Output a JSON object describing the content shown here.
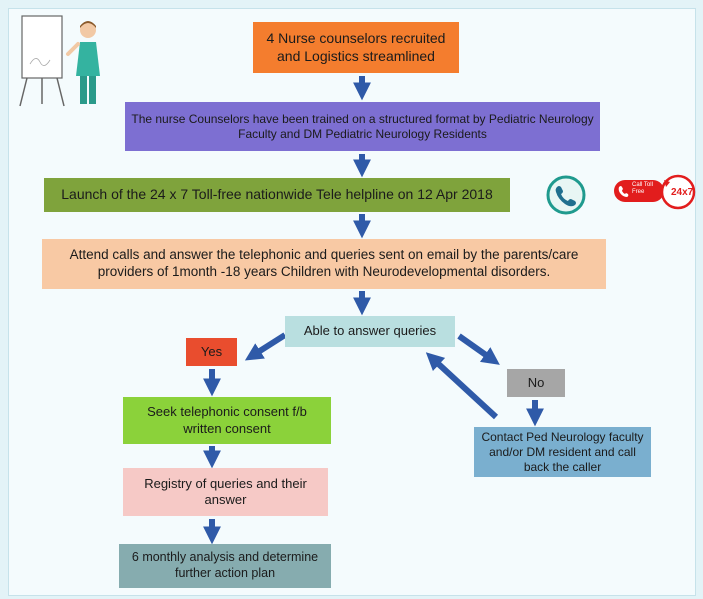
{
  "flow": {
    "step1": "4 Nurse counselors recruited and Logistics streamlined",
    "step2": "The  nurse Counselors have been trained on a structured format by Pediatric  Neurology Faculty and DM Pediatric Neurology  Residents",
    "step3": "Launch of the 24 x 7 Toll-free nationwide Tele helpline on 12 Apr 2018",
    "step4": "Attend calls and answer the telephonic and queries sent on email by the parents/care providers of 1month -18 years Children with Neurodevelopmental disorders.",
    "decision": "Able to answer queries",
    "yes_label": "Yes",
    "no_label": "No",
    "yes_step1": "Seek telephonic consent f/b written consent",
    "yes_step2": "Registry of queries and their answer",
    "yes_step3": "6 monthly analysis and determine further action plan",
    "no_step": "Contact Ped Neurology faculty and/or DM resident and call back the caller"
  },
  "badge": {
    "label": "Call Toll Free",
    "hours": "24x7"
  },
  "colors": {
    "arrow": "#2f5aa8",
    "step1": "#f47d2e",
    "step2": "#7d6fd2",
    "step3": "#7fa33c",
    "step4": "#f8c9a4",
    "decision": "#b9dfe0",
    "yes": "#e94d2e",
    "no": "#a6a6a6",
    "consent": "#8bd23a",
    "contact": "#7aafcf",
    "registry": "#f6c9c6",
    "analysis": "#86acaf"
  },
  "icons": [
    "nurse-whiteboard-illustration",
    "phone-icon",
    "toll-free-24x7-badge-icon"
  ]
}
